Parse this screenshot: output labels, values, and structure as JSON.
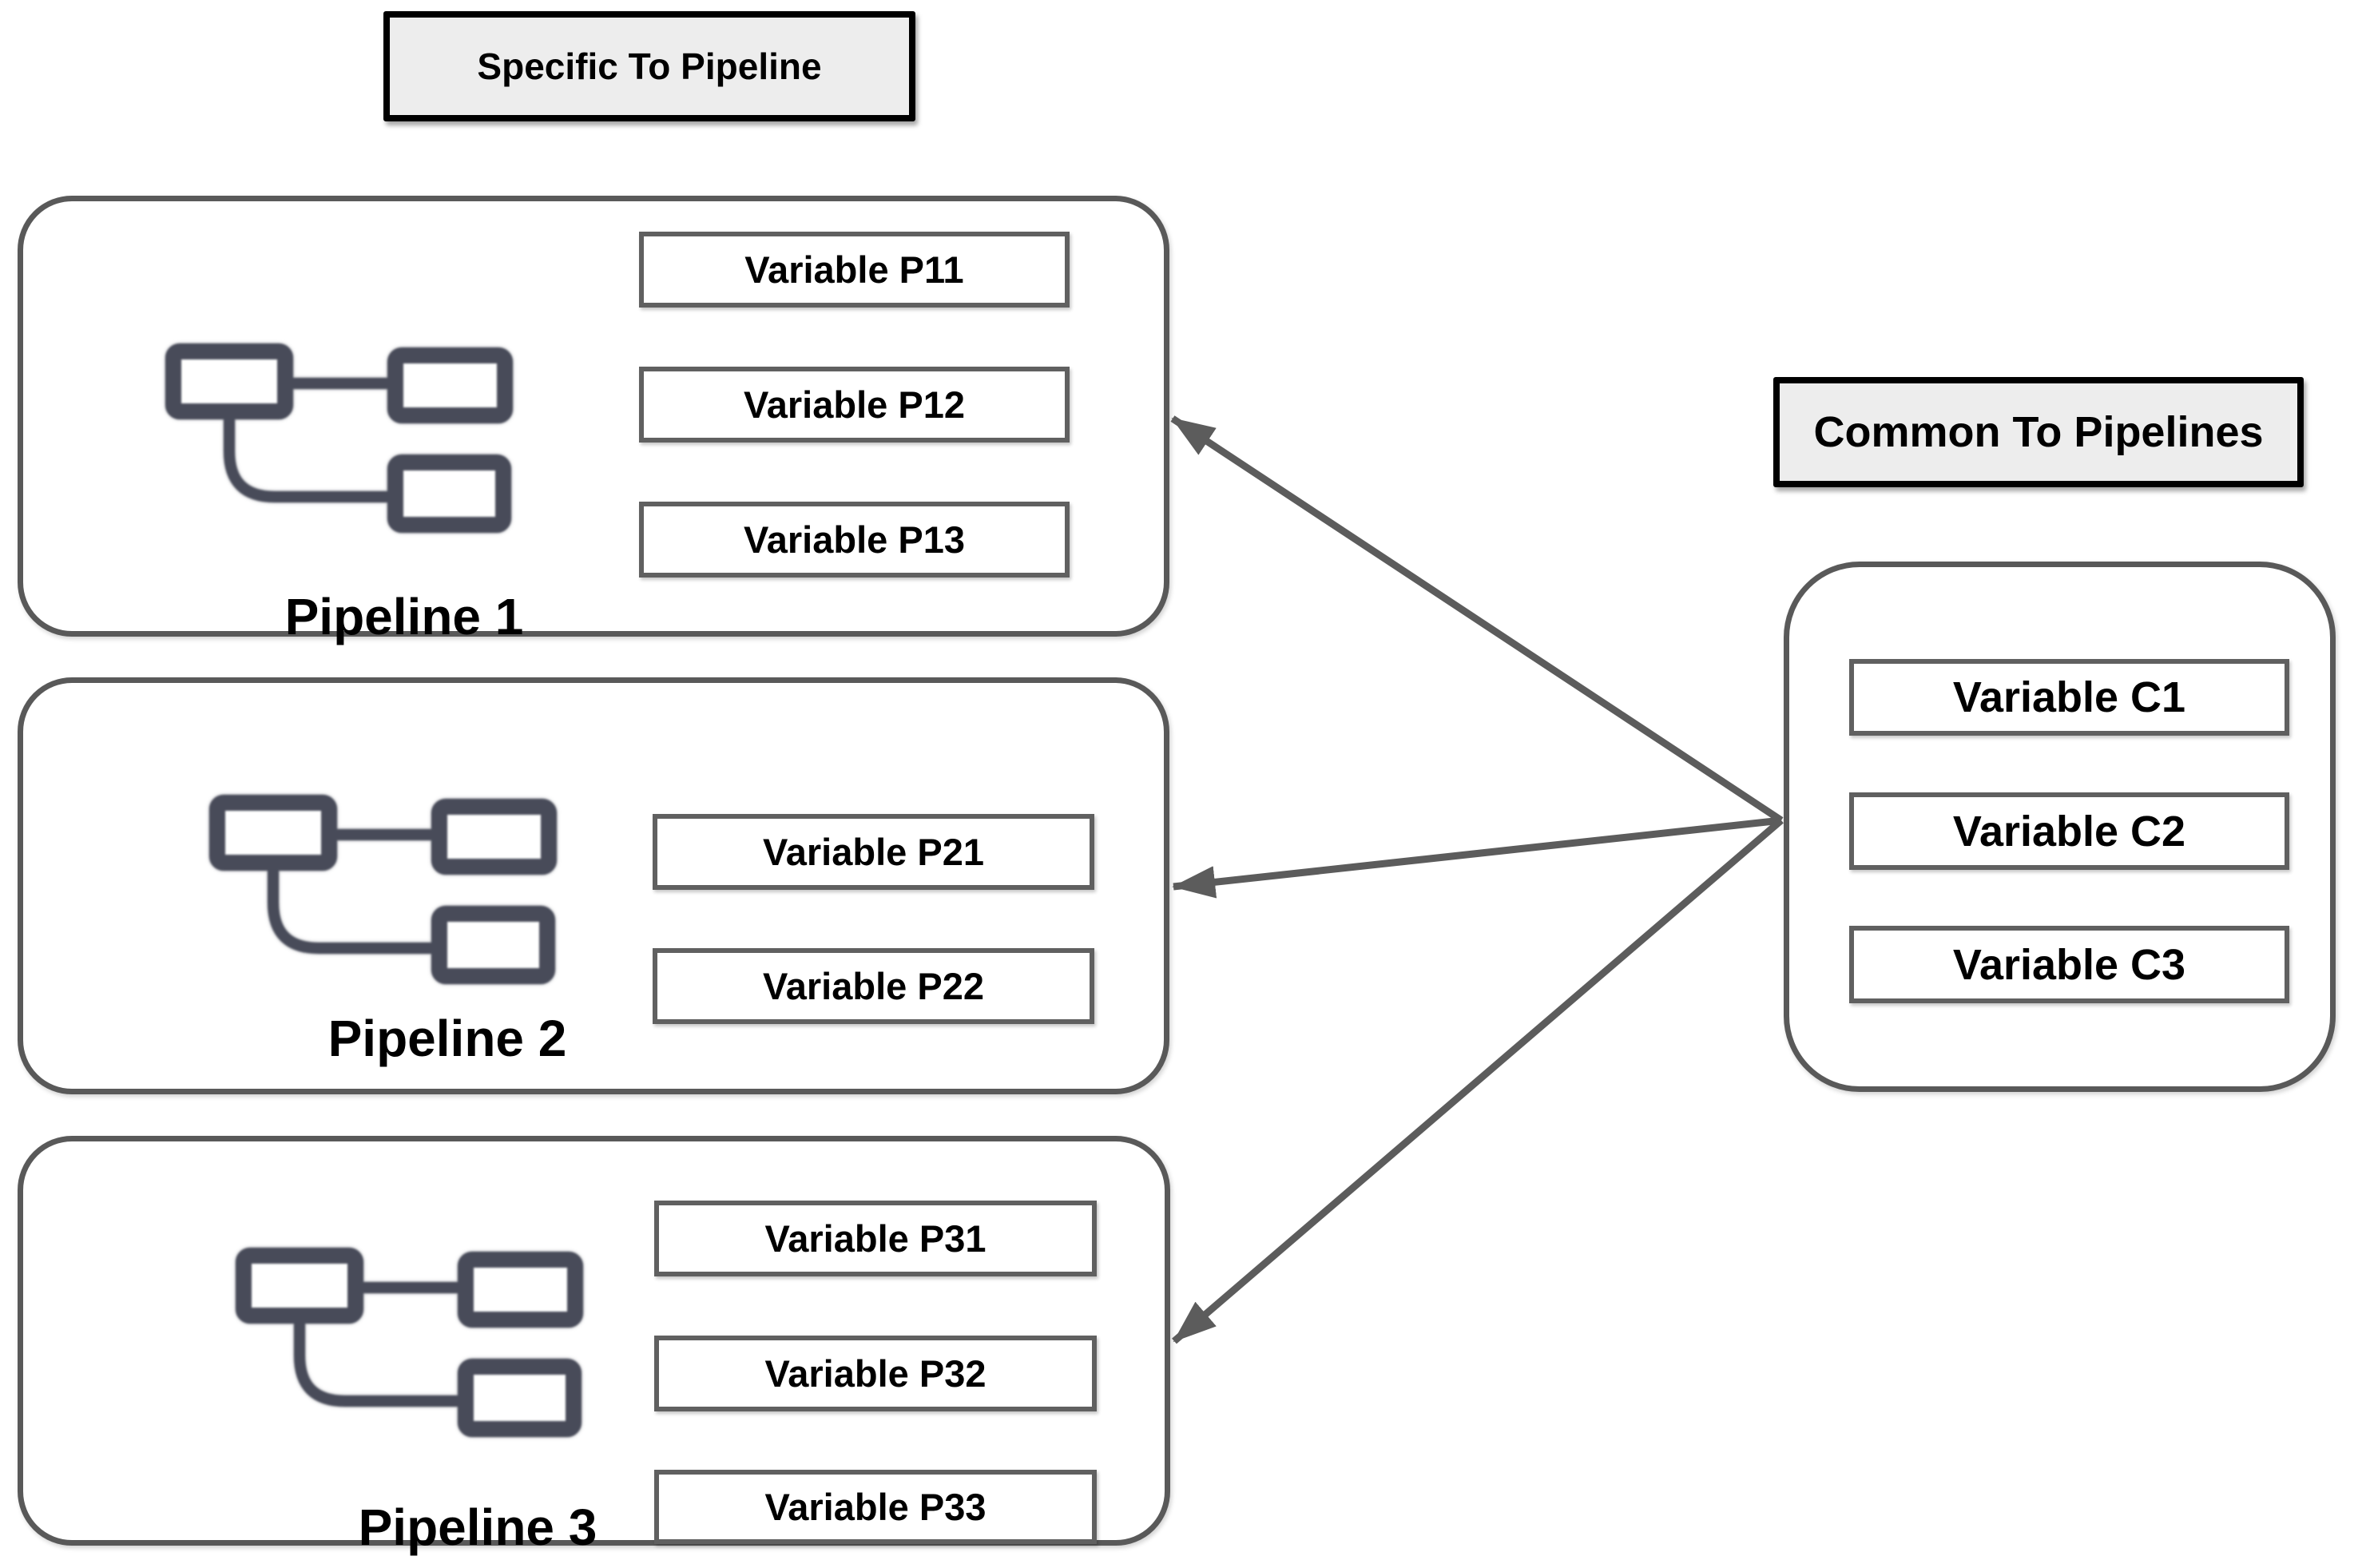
{
  "titles": {
    "specific": "Specific To Pipeline",
    "common": "Common To Pipelines"
  },
  "pipelines": [
    {
      "label": "Pipeline 1",
      "variables": [
        "Variable P11",
        "Variable P12",
        "Variable P13"
      ]
    },
    {
      "label": "Pipeline 2",
      "variables": [
        "Variable P21",
        "Variable P22"
      ]
    },
    {
      "label": "Pipeline 3",
      "variables": [
        "Variable P31",
        "Variable P32",
        "Variable P33"
      ]
    }
  ],
  "common_group": {
    "variables": [
      "Variable C1",
      "Variable C2",
      "Variable C3"
    ]
  },
  "icons": {
    "pipeline_icon": "flowchart-nodes-icon"
  },
  "colors": {
    "background": "#ffffff",
    "container_border": "#595959",
    "variable_border": "#606060",
    "title_fill": "#ededed",
    "title_border": "#000000",
    "icon_stroke": "#484b59",
    "arrow": "#5c5c5c",
    "text": "#000000"
  }
}
